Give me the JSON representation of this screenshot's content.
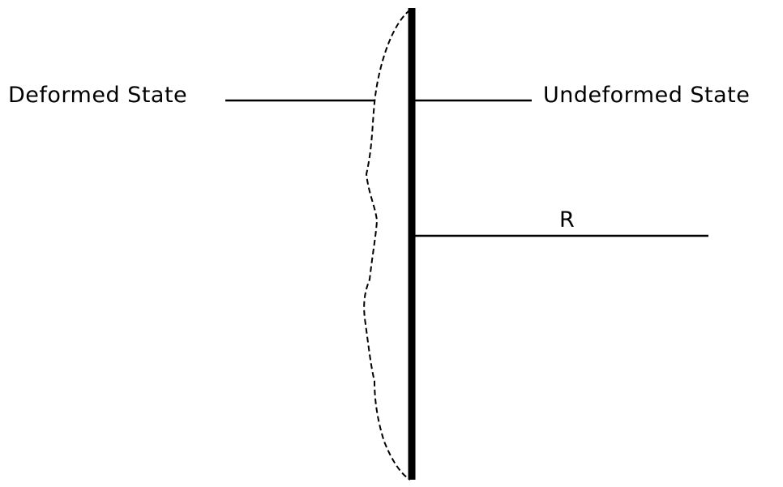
{
  "diagram": {
    "labels": {
      "deformed": "Deformed State",
      "undeformed": "Undeformed State",
      "radius": "R"
    },
    "colors": {
      "line": "#000000",
      "background": "#ffffff"
    }
  }
}
